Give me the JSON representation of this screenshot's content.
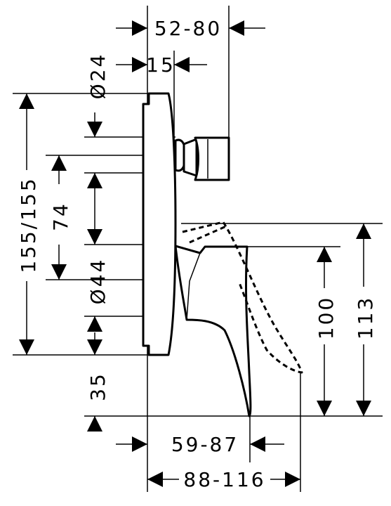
{
  "drawing": {
    "labels": {
      "top_depth": "52-80",
      "top_offset": "15",
      "dia_24": "Ø24",
      "total_height": "155/155",
      "spacing_74": "74",
      "dia_44": "Ø44",
      "bottom_35": "35",
      "lever_100": "100",
      "lever_113": "113",
      "depth_bottom": "59-87",
      "depth_total": "88-116"
    }
  }
}
